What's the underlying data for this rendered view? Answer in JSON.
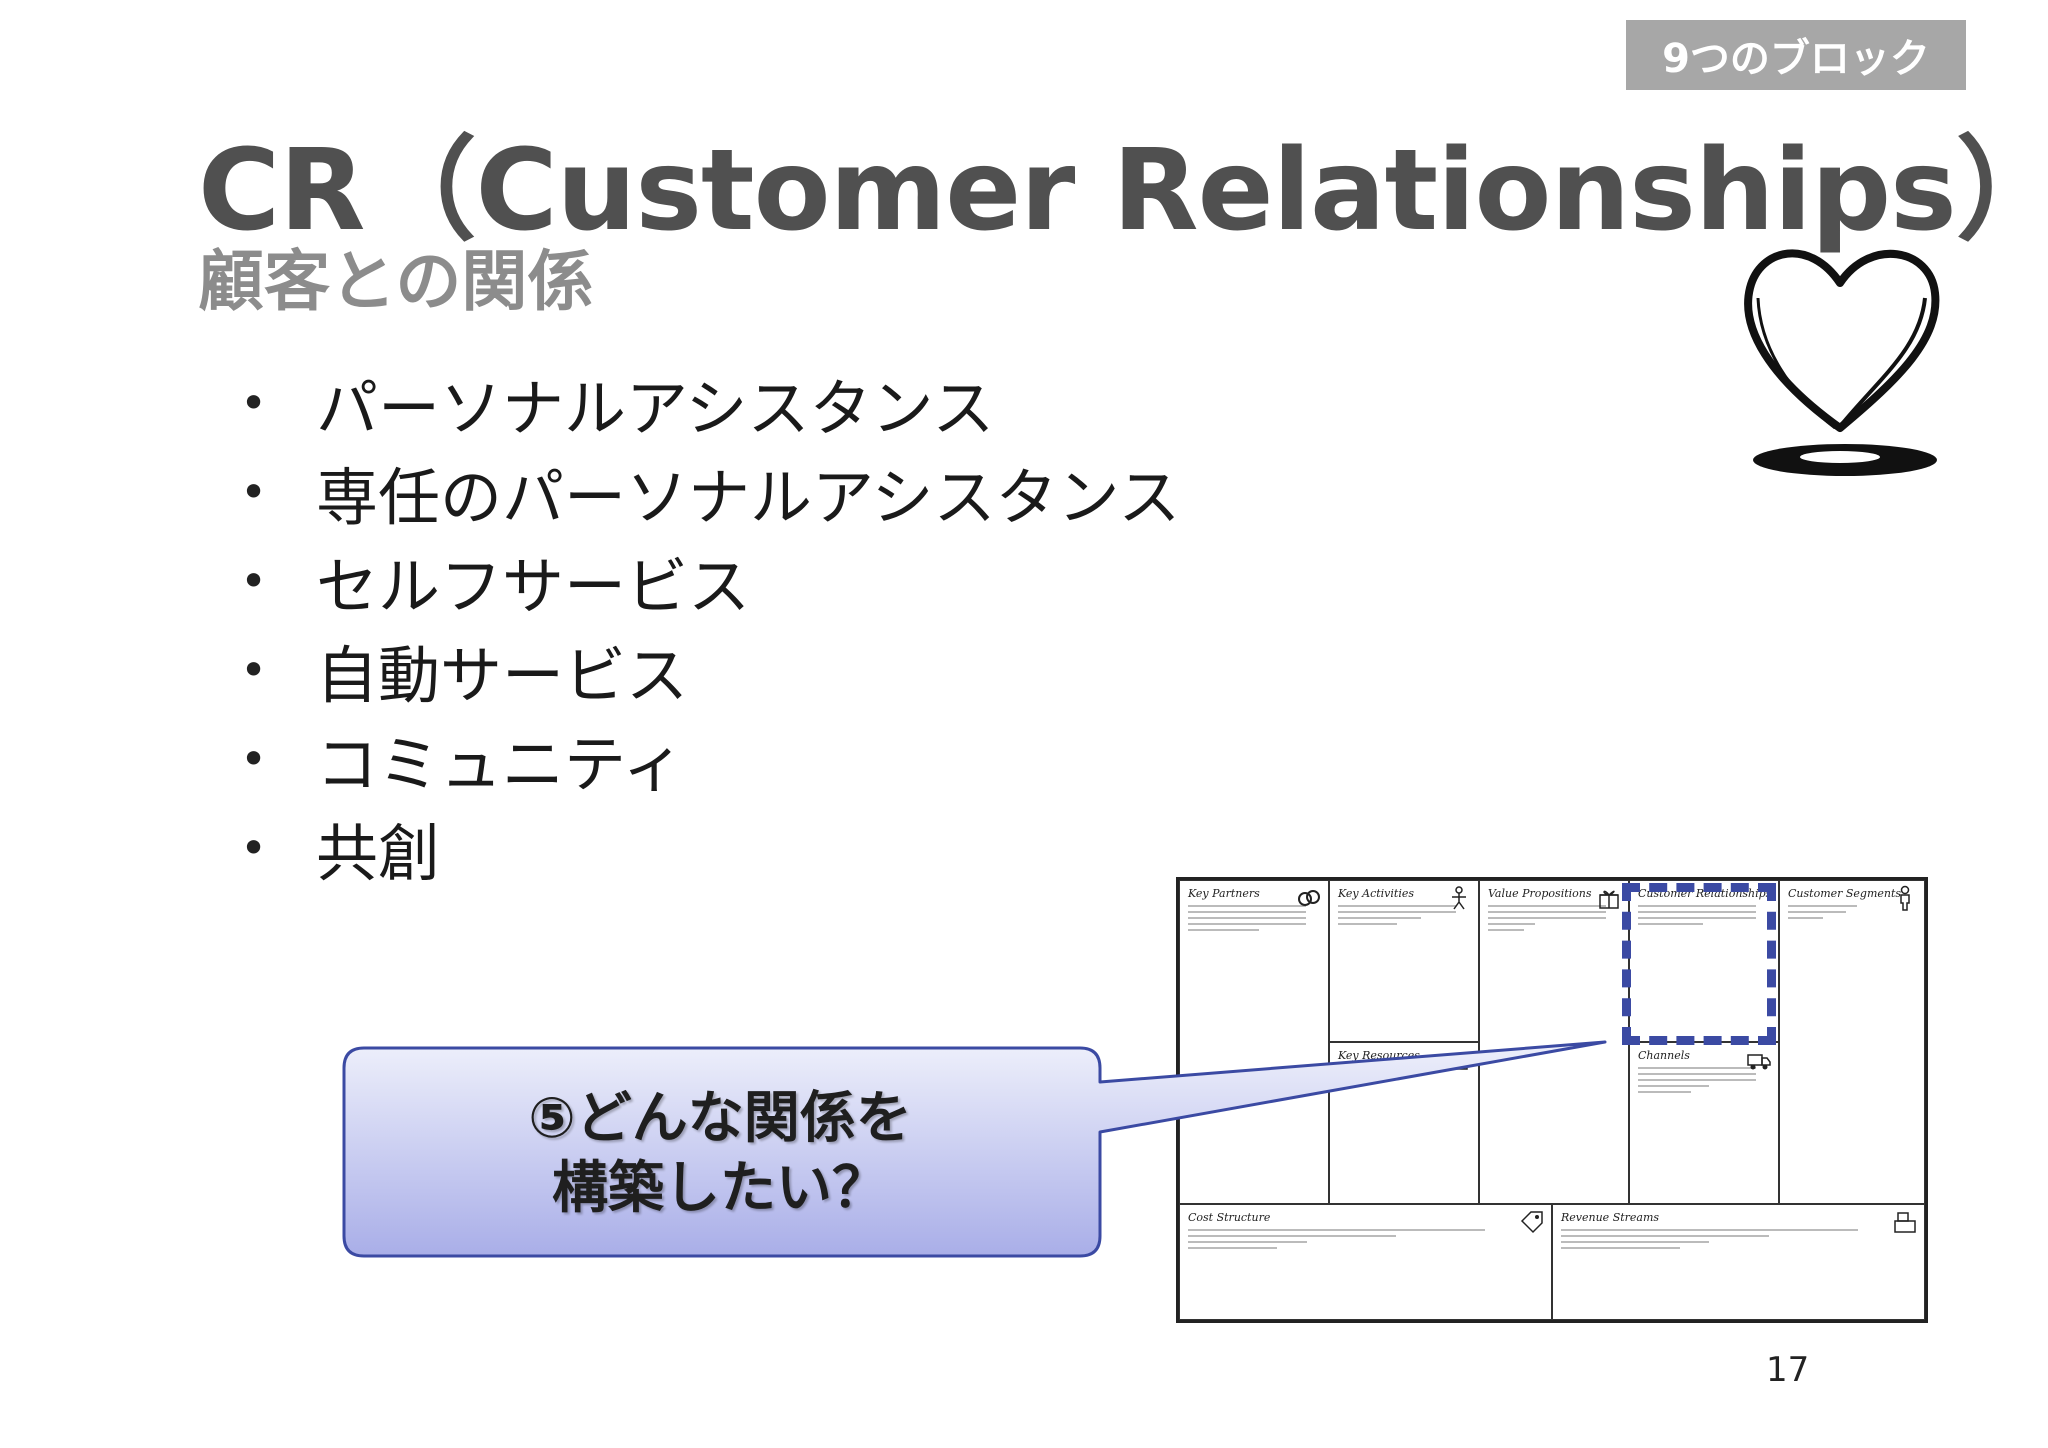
{
  "tag": "9つのブロック",
  "title": "CR（Customer Relationships）",
  "subtitle": "顧客との関係",
  "bullet_symbol": "•",
  "bullets": [
    "パーソナルアシスタンス",
    "専任のパーソナルアシスタンス",
    "セルフサービス",
    "自動サービス",
    "コミュニティ",
    "共創"
  ],
  "callout": {
    "line1": "⑤どんな関係を",
    "line2": "構築したい？"
  },
  "canvas": {
    "key_partners": "Key Partners",
    "key_activities": "Key Activities",
    "value_propositions": "Value Propositions",
    "customer_relationships": "Customer Relationships",
    "customer_segments": "Customer Segments",
    "key_resources": "Key Resources",
    "channels": "Channels",
    "cost_structure": "Cost Structure",
    "revenue_streams": "Revenue Streams"
  },
  "page_number": "17",
  "colors": {
    "tag_bg": "#a7a7a7",
    "title": "#505050",
    "subtitle": "#8c8c8c",
    "highlight": "#3b4aa3",
    "callout_border": "#3b4aa3",
    "callout_top": "#eef0fb",
    "callout_bottom": "#a9aee8"
  }
}
